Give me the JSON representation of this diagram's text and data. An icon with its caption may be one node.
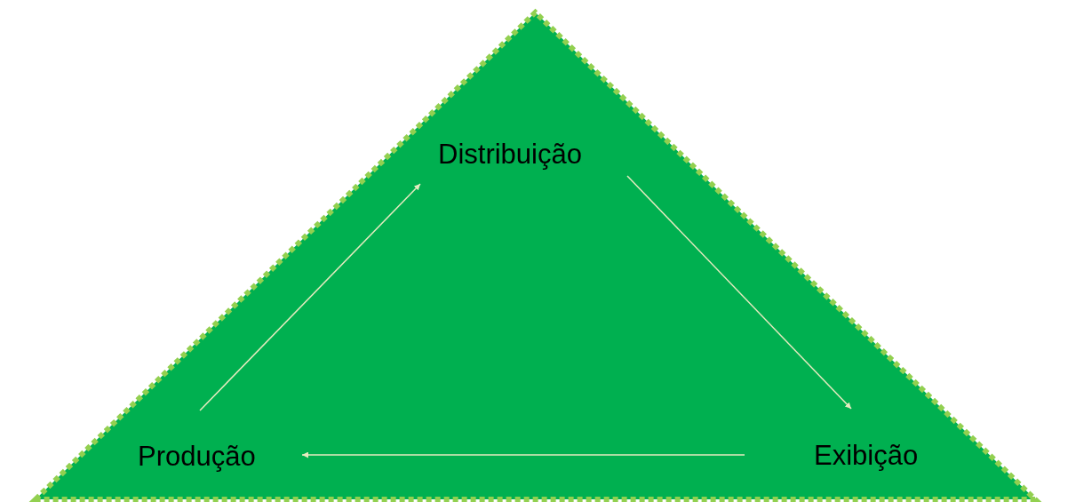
{
  "diagram": {
    "nodes": [
      {
        "text": [],
        "shape": "triangle"
      },
      {
        "text": [
          "Distribuição"
        ],
        "in": 0
      },
      {
        "text": [
          "Exibição"
        ],
        "in": 0
      },
      {
        "text": [
          "Produção"
        ],
        "in": 0
      }
    ],
    "edges": [
      {
        "from": 3,
        "to": 1,
        "arrow": "to"
      },
      {
        "from": 1,
        "to": 2,
        "arrow": "to"
      },
      {
        "from": 2,
        "to": 3,
        "arrow": "to"
      }
    ]
  }
}
